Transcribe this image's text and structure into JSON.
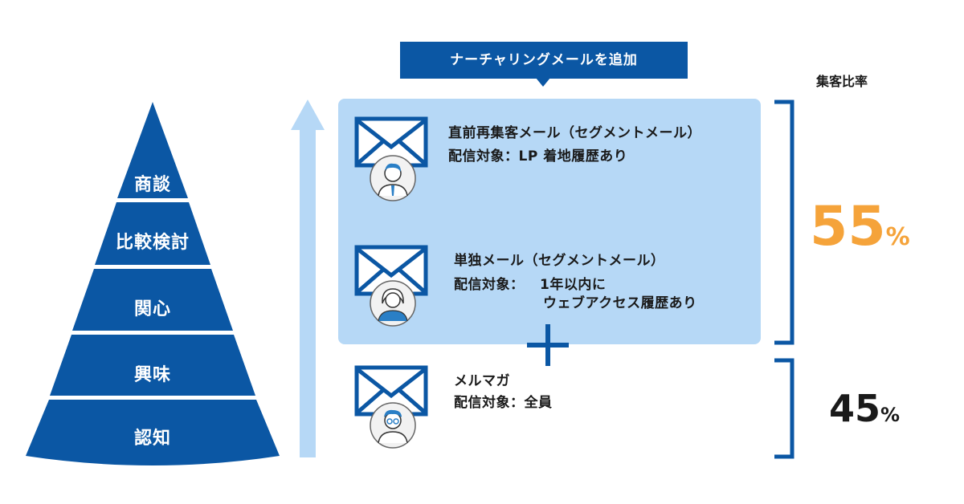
{
  "funnel": {
    "stages": [
      "商談",
      "比較検討",
      "関心",
      "興味",
      "認知"
    ]
  },
  "callout": {
    "label": "ナーチャリングメールを追加"
  },
  "ratio": {
    "heading": "集客比率",
    "upper_percent": "55",
    "lower_percent": "45",
    "percent_sign": "%"
  },
  "mails": [
    {
      "title": "直前再集客メール（セグメントメール）",
      "target_label": "配信対象：LP 着地履歴あり",
      "target_extra": ""
    },
    {
      "title": "単独メール（セグメントメール）",
      "target_label": "配信対象：",
      "target_value_1": "1年以内に",
      "target_value_2": "ウェブアクセス履歴あり"
    },
    {
      "title": "メルマガ",
      "target_label": "配信対象：全員"
    }
  ],
  "colors": {
    "primary_blue": "#0b57a4",
    "light_blue": "#b6d8f6",
    "arrow_blue": "#b6d8f6",
    "accent_orange": "#f5a33a"
  },
  "icons": [
    "envelope-icon",
    "person-icon",
    "plus-icon",
    "up-arrow-icon",
    "bracket-icon"
  ]
}
